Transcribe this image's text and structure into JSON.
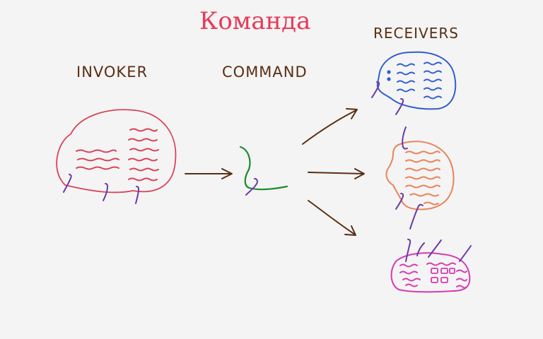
{
  "title": "Команда",
  "labels": {
    "invoker": "INVOKER",
    "command": "COMMAND",
    "receivers": "RECEIVERS"
  },
  "colors": {
    "background": "#f4f4f4",
    "title": "#e83a57",
    "labels": "#5a2e12",
    "arrows": "#5a2e12",
    "invoker": "#d9435a",
    "command": "#1e8a2e",
    "receiver_blue": "#2f5fd0",
    "receiver_orange": "#e8845a",
    "receiver_pink": "#d63bb0",
    "connector": "#6b3aa8"
  }
}
